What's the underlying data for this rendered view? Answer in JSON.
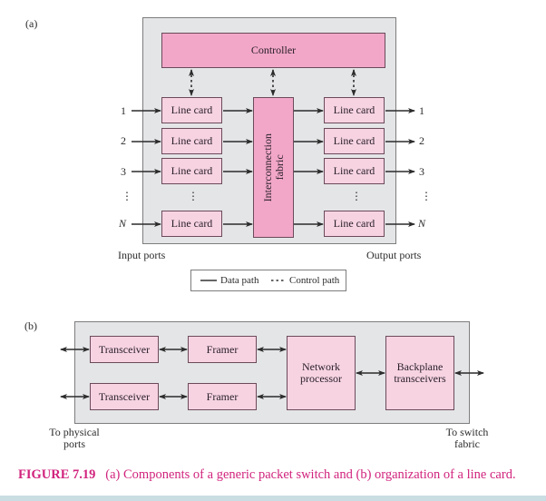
{
  "part_a": {
    "label": "(a)",
    "controller": "Controller",
    "fabric_line1": "Interconnection",
    "fabric_line2": "fabric",
    "input_line_cards": [
      "Line card",
      "Line card",
      "Line card",
      "Line card"
    ],
    "output_line_cards": [
      "Line card",
      "Line card",
      "Line card",
      "Line card"
    ],
    "input_port_numbers": [
      "1",
      "2",
      "3",
      "N"
    ],
    "output_port_numbers": [
      "1",
      "2",
      "3",
      "N"
    ],
    "ellipsis": "⋮",
    "input_ports_label": "Input ports",
    "output_ports_label": "Output ports",
    "legend": {
      "data_path": "Data path",
      "control_path": "Control path"
    }
  },
  "part_b": {
    "label": "(b)",
    "transceivers": [
      "Transceiver",
      "Transceiver"
    ],
    "framers": [
      "Framer",
      "Framer"
    ],
    "network_processor_line1": "Network",
    "network_processor_line2": "processor",
    "backplane_line1": "Backplane",
    "backplane_line2": "transceivers",
    "physical_ports_line1": "To physical",
    "physical_ports_line2": "ports",
    "switch_fabric_line1": "To switch",
    "switch_fabric_line2": "fabric"
  },
  "caption": {
    "figure_number": "FIGURE 7.19",
    "text": "(a) Components of a generic packet switch and (b) organization of a line card."
  },
  "colors": {
    "panel_bg": "#e4e5e7",
    "box_light": "#f7d3e2",
    "box_dark": "#f2a7c9",
    "caption": "#d1237d"
  }
}
